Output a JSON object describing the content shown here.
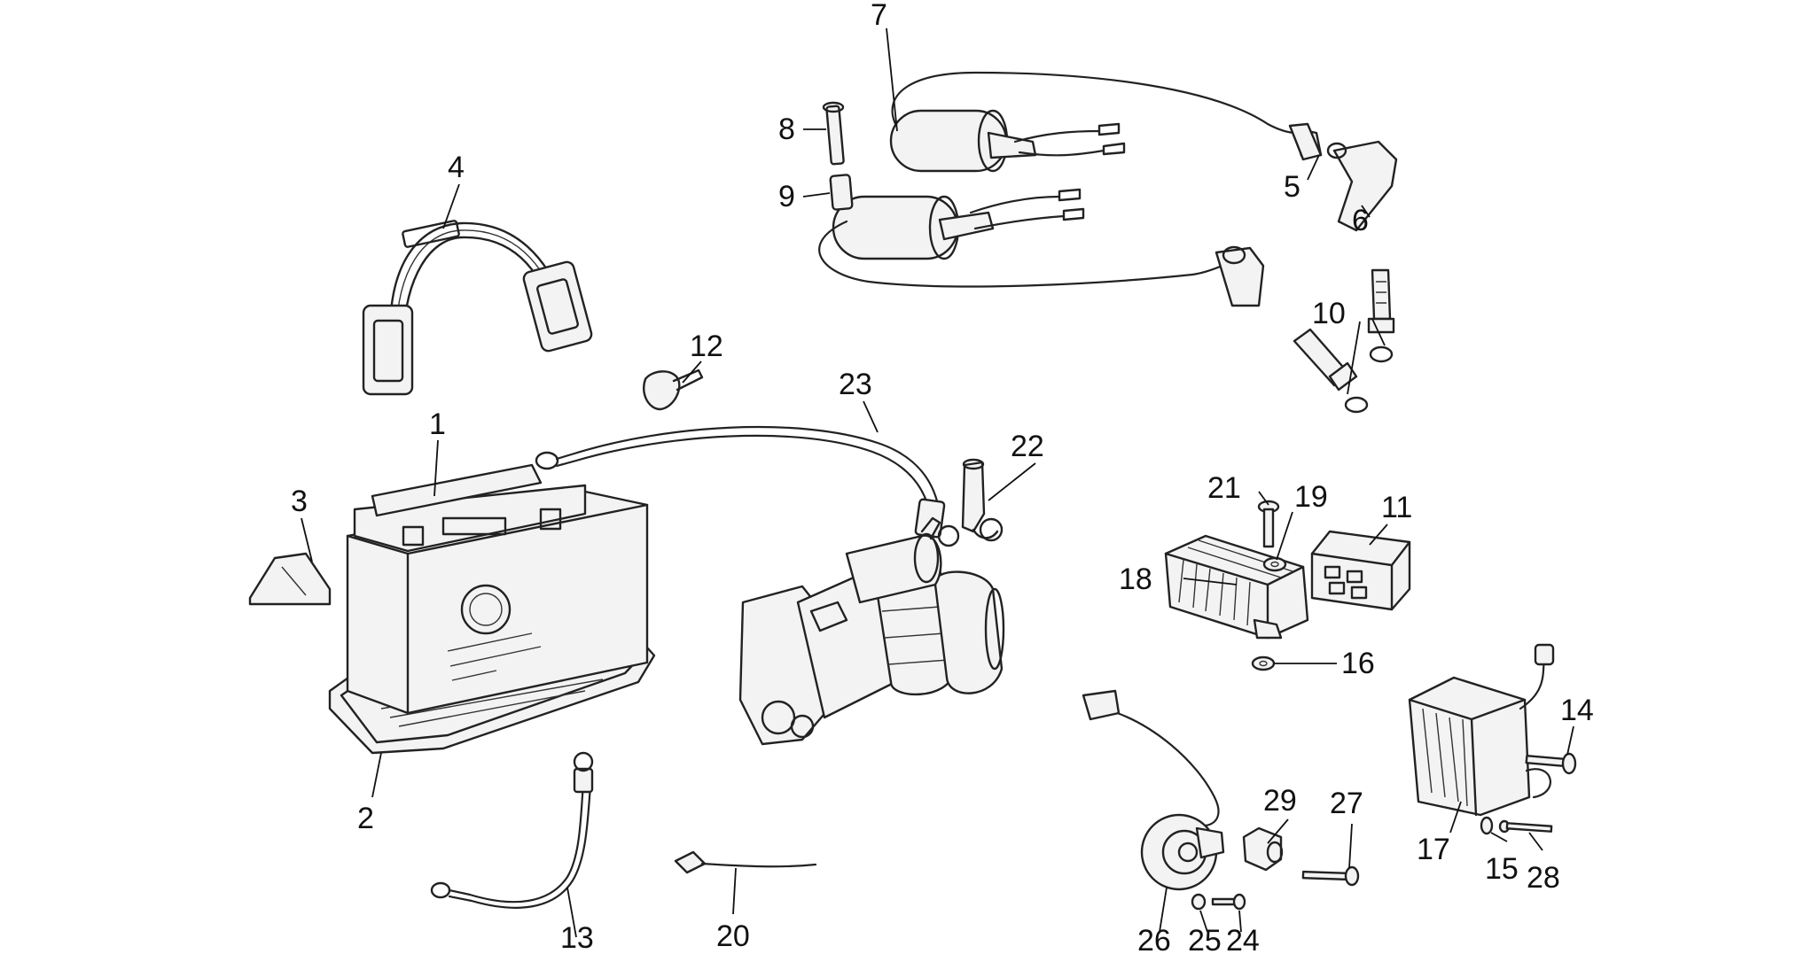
{
  "diagram": {
    "background": "#ffffff",
    "line_color": "#222222",
    "callouts": [
      {
        "id": "1",
        "label": "1"
      },
      {
        "id": "2",
        "label": "2"
      },
      {
        "id": "3",
        "label": "3"
      },
      {
        "id": "4",
        "label": "4"
      },
      {
        "id": "5",
        "label": "5"
      },
      {
        "id": "6",
        "label": "6"
      },
      {
        "id": "7",
        "label": "7"
      },
      {
        "id": "8",
        "label": "8"
      },
      {
        "id": "9",
        "label": "9"
      },
      {
        "id": "10",
        "label": "10"
      },
      {
        "id": "11",
        "label": "11"
      },
      {
        "id": "12",
        "label": "12"
      },
      {
        "id": "13",
        "label": "13"
      },
      {
        "id": "14",
        "label": "14"
      },
      {
        "id": "15",
        "label": "15"
      },
      {
        "id": "16",
        "label": "16"
      },
      {
        "id": "17",
        "label": "17"
      },
      {
        "id": "18",
        "label": "18"
      },
      {
        "id": "19",
        "label": "19"
      },
      {
        "id": "20",
        "label": "20"
      },
      {
        "id": "21",
        "label": "21"
      },
      {
        "id": "22",
        "label": "22"
      },
      {
        "id": "23",
        "label": "23"
      },
      {
        "id": "24",
        "label": "24"
      },
      {
        "id": "25",
        "label": "25"
      },
      {
        "id": "26",
        "label": "26"
      },
      {
        "id": "27",
        "label": "27"
      },
      {
        "id": "28",
        "label": "28"
      },
      {
        "id": "29",
        "label": "29"
      }
    ]
  }
}
